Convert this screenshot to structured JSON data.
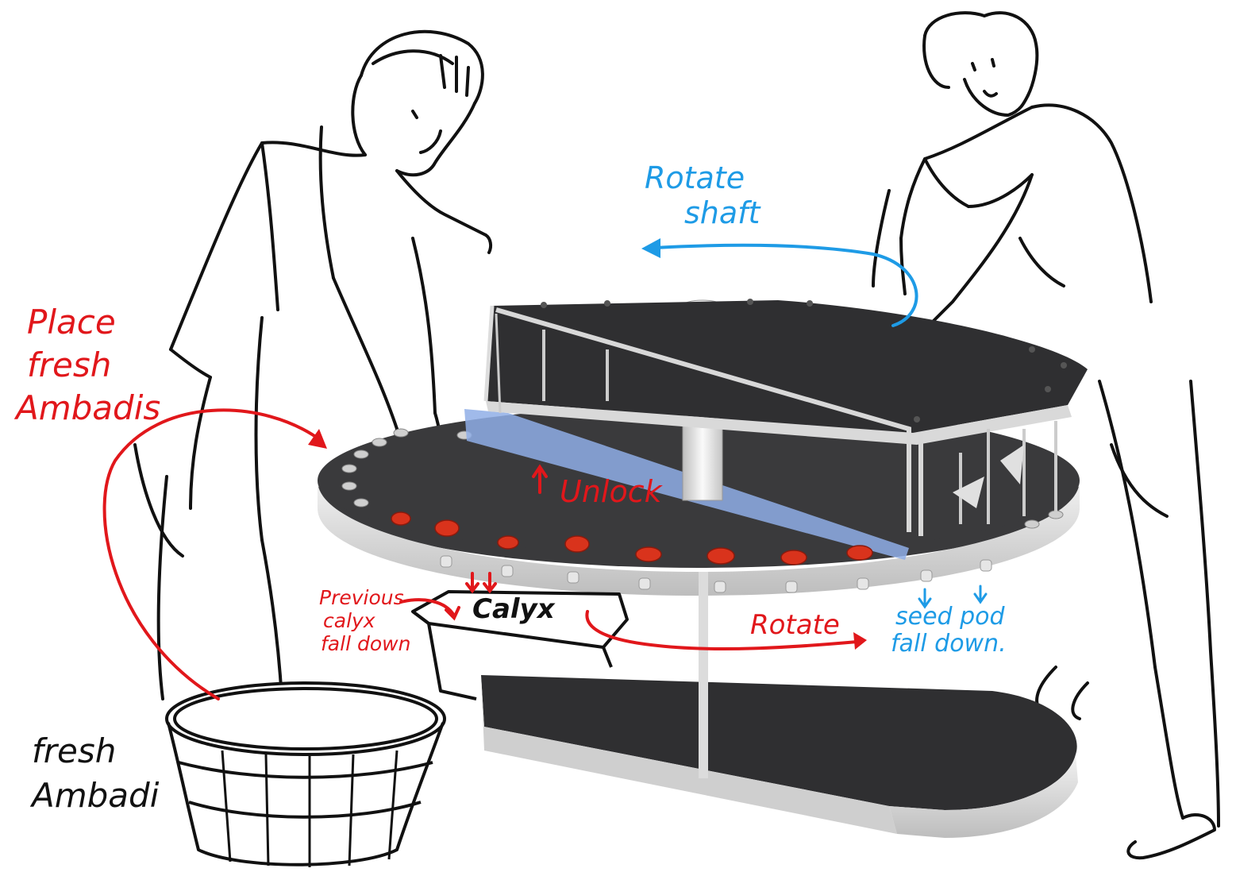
{
  "colors": {
    "red": "#e1171b",
    "blue": "#1e9be6",
    "ink": "#111111",
    "plate_dark": "#2f2f31",
    "plate_edge": "#d9d9d9",
    "guide_blue": "#8faee6",
    "ambadi": "#d9331c"
  },
  "labels": {
    "place_fresh_line1": "Place",
    "place_fresh_line2": "fresh",
    "place_fresh_line3": "Ambadis",
    "rotate_shaft_line1": "Rotate",
    "rotate_shaft_line2": "shaft",
    "unlock": "Unlock",
    "previous_line1": "Previous",
    "previous_line2": "calyx",
    "previous_line3": "fall down",
    "calyx": "Calyx",
    "rotate": "Rotate",
    "seed_line1": "seed pod",
    "seed_line2": "fall down.",
    "fresh_line1": "fresh",
    "fresh_line2": "Ambadi"
  },
  "figures": [
    "person-left-icon",
    "person-right-icon",
    "basket-icon",
    "calyx-tray-icon",
    "machine-icon"
  ]
}
